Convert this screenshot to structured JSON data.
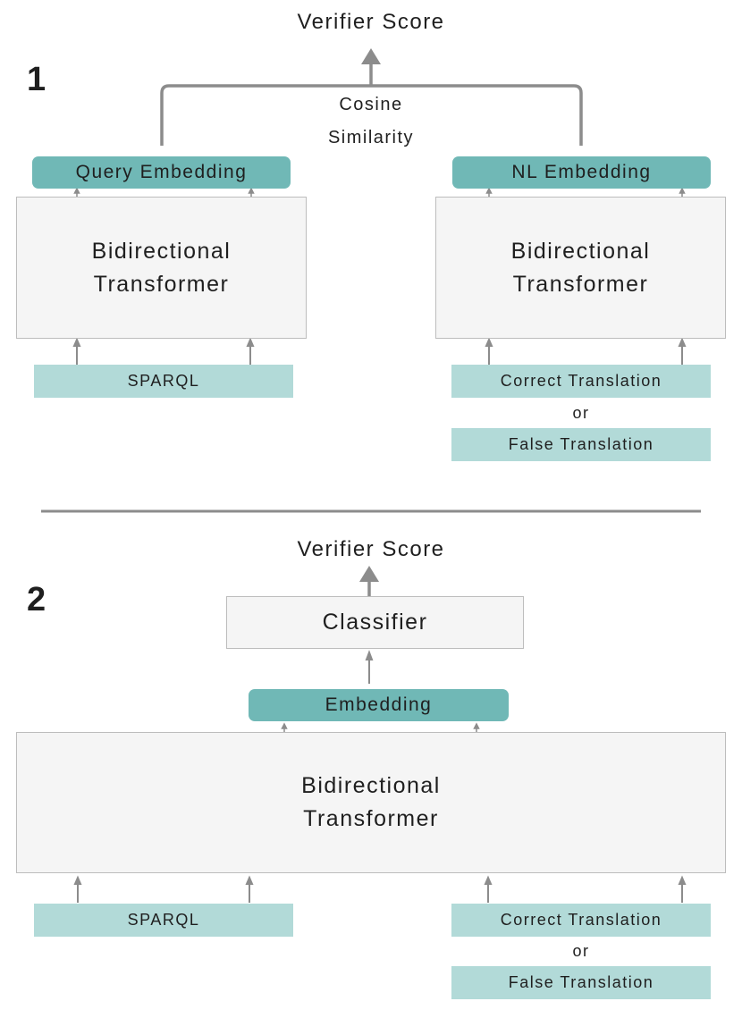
{
  "panel1": {
    "number": "1",
    "verifier_score": "Verifier Score",
    "cosine_similarity_line1": "Cosine",
    "cosine_similarity_line2": "Similarity",
    "left": {
      "embedding": "Query Embedding",
      "transformer_line1": "Bidirectional",
      "transformer_line2": "Transformer",
      "input": "SPARQL"
    },
    "right": {
      "embedding": "NL Embedding",
      "transformer_line1": "Bidirectional",
      "transformer_line2": "Transformer",
      "input_correct": "Correct Translation",
      "or": "or",
      "input_false": "False Translation"
    }
  },
  "panel2": {
    "number": "2",
    "verifier_score": "Verifier Score",
    "classifier": "Classifier",
    "embedding": "Embedding",
    "transformer_line1": "Bidirectional",
    "transformer_line2": "Transformer",
    "input_sparql": "SPARQL",
    "input_correct": "Correct Translation",
    "or": "or",
    "input_false": "False Translation"
  },
  "colors": {
    "embedding": "#70b8b6",
    "input": "#b2dad8",
    "transformer_fill": "#f5f5f5",
    "transformer_border": "#bdbdbd",
    "arrow": "#8c8c8c",
    "divider": "#8c8c8c"
  }
}
